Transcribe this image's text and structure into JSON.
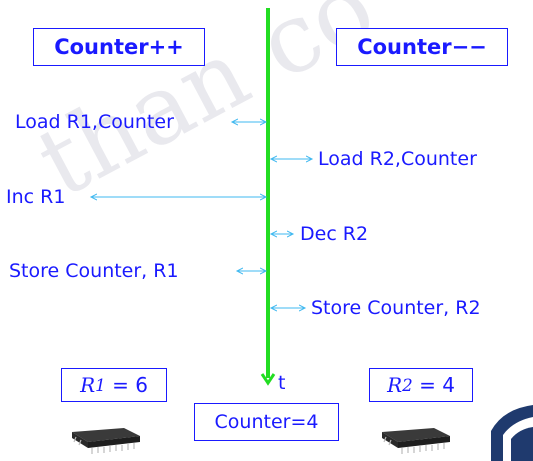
{
  "header": {
    "left_title": "Counter++",
    "right_title": "Counter−−"
  },
  "operations": {
    "left": [
      {
        "label": "Load R1,Counter"
      },
      {
        "label": "Inc R1"
      },
      {
        "label": "Store Counter, R1"
      }
    ],
    "right": [
      {
        "label": "Load R2,Counter"
      },
      {
        "label": "Dec R2"
      },
      {
        "label": "Store Counter, R2"
      }
    ]
  },
  "timeline": {
    "axis_label": "t"
  },
  "registers": {
    "r1": {
      "name": "R",
      "sub": "1",
      "value": "= 6"
    },
    "r2": {
      "name": "R",
      "sub": "2",
      "value": "= 4"
    }
  },
  "result": {
    "label": "Counter=4"
  },
  "colors": {
    "text": "#1a1aff",
    "arrows": "#3fb8f0",
    "timeline": "#22dd22"
  },
  "icons": [
    "chip-icon",
    "chip-icon",
    "university-logo"
  ]
}
